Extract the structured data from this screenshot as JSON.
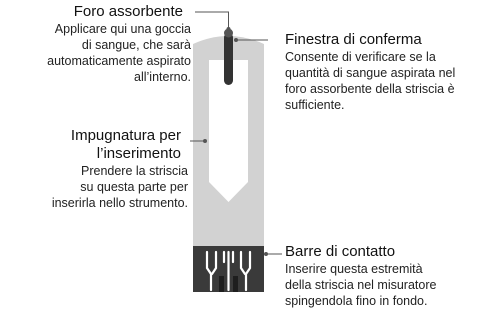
{
  "callouts": {
    "foro": {
      "title": "Foro assorbente",
      "description": "Applicare qui una goccia\ndi sangue, che sarà\nautomaticamente aspirato\nall’interno."
    },
    "finestra": {
      "title": "Finestra di conferma",
      "description": "Consente di verificare se la\nquantità di sangue aspirata nel\nforo assorbente della striscia è\nsufficiente."
    },
    "impugnatura": {
      "title": "Impugnatura per\nl’inserimento",
      "description": "Prendere la striscia\nsu questa parte per\ninserirla nello strumento."
    },
    "barre": {
      "title": "Barre di contatto",
      "description": "Inserire questa estremità\ndella striscia nel misuratore\nspingendola fino in fondo."
    }
  },
  "colors": {
    "strip_body": "#d2d2d2",
    "strip_highlight": "#ffffff",
    "contact_block": "#3a3a3a",
    "confirm_window": "#333333",
    "leader_line": "#555555",
    "text": "#1a1a1a"
  }
}
